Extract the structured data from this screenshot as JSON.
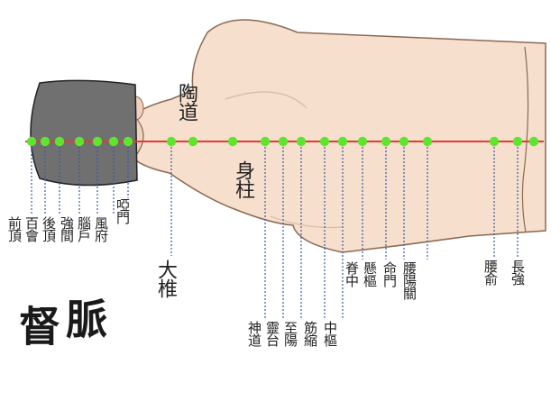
{
  "title": [
    "督",
    "脈"
  ],
  "labels": {
    "taodao": "陶道",
    "shenzhu": "身柱",
    "dazhui": "大椎",
    "qianding": "前頂",
    "baihui": "百會",
    "houding": "後頂",
    "qiangjian": "強間",
    "naohu": "腦戶",
    "fengfu": "風府",
    "yamen": "啞門",
    "shendao": "神道",
    "lingtai": "靈台",
    "zhiyang": "至陽",
    "jinsuo": "筋縮",
    "zhongshu": "中樞",
    "jizhong": "脊中",
    "xuanshu": "懸樞",
    "mingmen": "命門",
    "yaoyangguan": "腰陽關",
    "yaoshu": "腰俞",
    "changqiang": "長強"
  },
  "colors": {
    "meridian": "#e53935",
    "point": "#5ee52e",
    "skin": "#f6dfcc",
    "skin_outline": "#8a6a55",
    "hair": "#707070",
    "leader": "#3a5aa8"
  }
}
